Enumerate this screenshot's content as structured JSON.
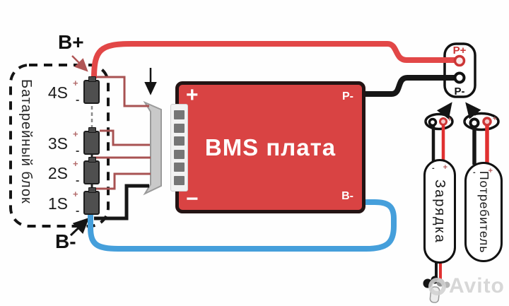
{
  "colors": {
    "board-red": "#d94343",
    "wire-red": "#e24747",
    "wire-blue": "#459fdb",
    "wire-black": "#161616",
    "balance-red": "#a85252",
    "cell-gray": "#4f4f4f",
    "connector-gray": "#c9c9c9",
    "accent-red": "#cc3636"
  },
  "battery": {
    "label": "Батарейный блок",
    "b_plus": "B+",
    "b_minus": "B-",
    "cells": [
      {
        "label": "4S",
        "plus": "+",
        "minus": "-"
      },
      {
        "label": "3S",
        "plus": "+",
        "minus": "-"
      },
      {
        "label": "2S",
        "plus": "+",
        "minus": "-"
      },
      {
        "label": "1S",
        "plus": "+",
        "minus": "-"
      }
    ]
  },
  "bms": {
    "title": "BMS плата",
    "plus_label": "+",
    "minus_label": "−",
    "p_minus_label": "P-",
    "b_minus_label": "B-"
  },
  "output": {
    "p_plus": "P+",
    "p_minus": "P-"
  },
  "devices": [
    {
      "label": "Зарядка",
      "plus": "+",
      "minus": "-"
    },
    {
      "label": "Потребитель",
      "plus": "+",
      "minus": "-"
    }
  ],
  "watermark": {
    "text": "Avito"
  }
}
